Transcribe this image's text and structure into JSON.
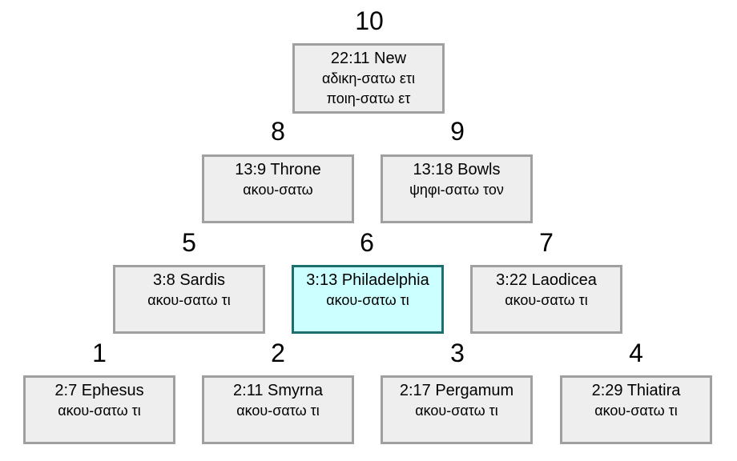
{
  "nodes": [
    {
      "number": "10",
      "ref": "22:11 New",
      "greek": [
        "αδικη-σατω ετι",
        "ποιη-σατω ετ"
      ],
      "highlight": false
    },
    {
      "number": "8",
      "ref": "13:9 Throne",
      "greek": [
        "ακου-σατω"
      ],
      "highlight": false
    },
    {
      "number": "9",
      "ref": "13:18 Bowls",
      "greek": [
        "ψηφι-σατω τον"
      ],
      "highlight": false
    },
    {
      "number": "5",
      "ref": "3:8 Sardis",
      "greek": [
        "ακου-σατω τι"
      ],
      "highlight": false
    },
    {
      "number": "6",
      "ref": "3:13 Philadelphia",
      "greek": [
        "ακου-σατω τι"
      ],
      "highlight": true
    },
    {
      "number": "7",
      "ref": "3:22 Laodicea",
      "greek": [
        "ακου-σατω τι"
      ],
      "highlight": false
    },
    {
      "number": "1",
      "ref": "2:7 Ephesus",
      "greek": [
        "ακου-σατω τι"
      ],
      "highlight": false
    },
    {
      "number": "2",
      "ref": "2:11 Smyrna",
      "greek": [
        "ακου-σατω τι"
      ],
      "highlight": false
    },
    {
      "number": "3",
      "ref": "2:17 Pergamum",
      "greek": [
        "ακου-σατω τι"
      ],
      "highlight": false
    },
    {
      "number": "4",
      "ref": "2:29 Thiatira",
      "greek": [
        "ακου-σατω τι"
      ],
      "highlight": false
    }
  ],
  "colors": {
    "box_fill": "#eeeeee",
    "box_border": "#a0a0a0",
    "highlight_fill": "#ccffff",
    "highlight_border": "#1e6e6e"
  }
}
